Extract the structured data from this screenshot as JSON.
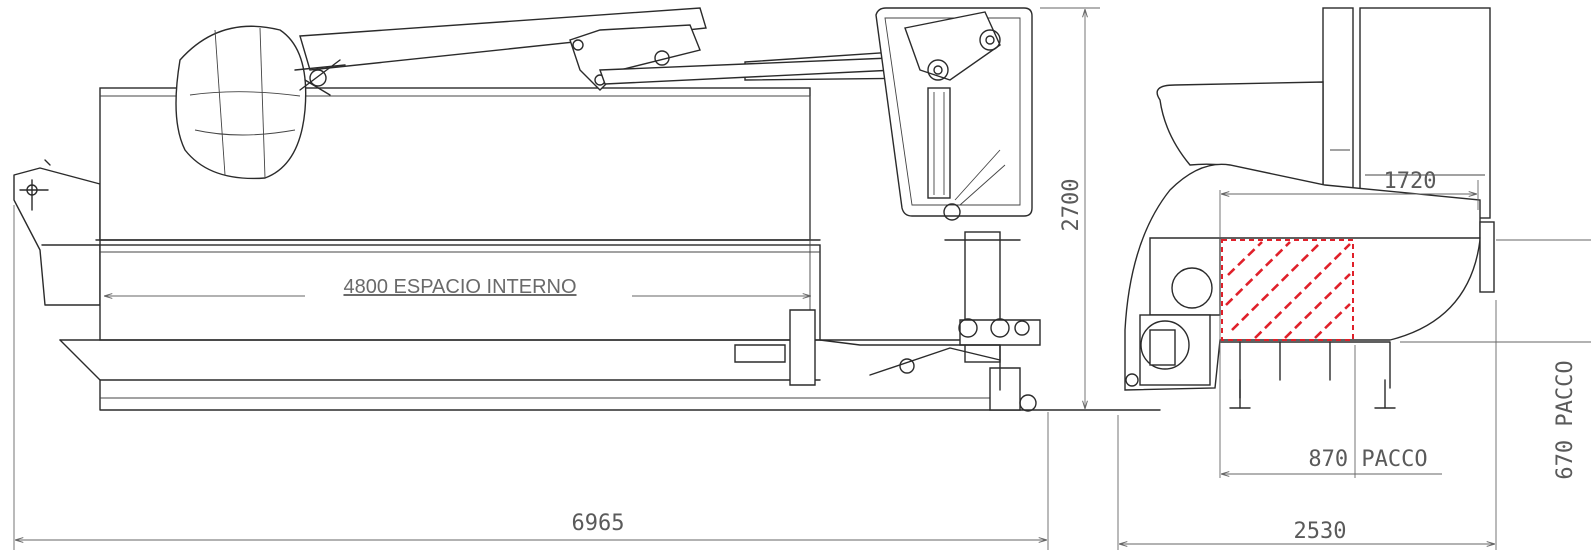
{
  "dimensions": {
    "internal_space": "4800 ESPACIO INTERNO",
    "total_length": "6965",
    "height": "2700",
    "load_width": "1720",
    "package_width": "870 PACCO",
    "total_width": "2530",
    "package_height": "670 PACCO"
  },
  "colors": {
    "line": "#2b2b2b",
    "dimension": "#666666",
    "package_hatch": "#e0202a"
  }
}
